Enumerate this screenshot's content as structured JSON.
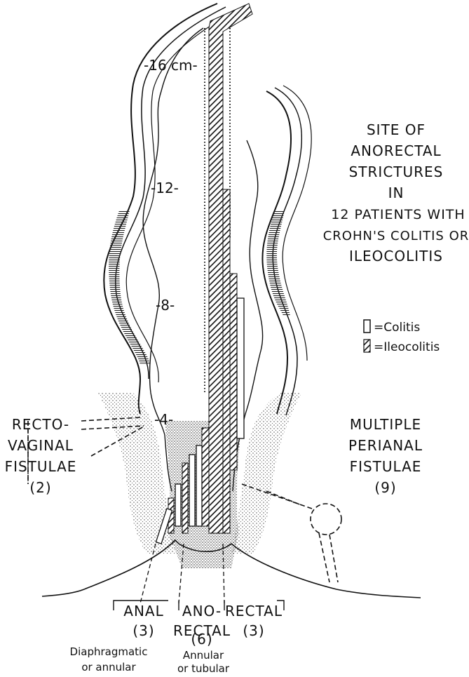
{
  "title": {
    "lines": [
      "SITE OF",
      "ANORECTAL",
      "STRICTURES",
      "IN",
      "12 PATIENTS WITH",
      "CROHN'S COLITIS OR",
      "ILEOCOLITIS"
    ]
  },
  "legend": {
    "colitis": "=Colitis",
    "ileocolitis": "=Ileocolitis"
  },
  "scale": {
    "cm16": "-16 cm-",
    "cm12": "-12-",
    "cm8": "-8-",
    "cm4": "-4-"
  },
  "left_label": {
    "lines": [
      "RECTO-",
      "VAGINAL",
      "FISTULAE",
      "(2)"
    ]
  },
  "right_label": {
    "lines": [
      "MULTIPLE",
      "PERIANAL",
      "FISTULAE",
      "(9)"
    ]
  },
  "bottom": {
    "anal": {
      "name": "ANAL",
      "count": "(3)",
      "desc": [
        "Diaphragmatic",
        "or annular"
      ]
    },
    "anorectal": {
      "name": [
        "ANO-",
        "RECTAL"
      ],
      "count": "(6)",
      "desc": [
        "Annular",
        "or tubular"
      ]
    },
    "rectal": {
      "name": "RECTAL",
      "count": "(3)"
    }
  },
  "colors": {
    "ink": "#111111",
    "paper": "#ffffff"
  }
}
